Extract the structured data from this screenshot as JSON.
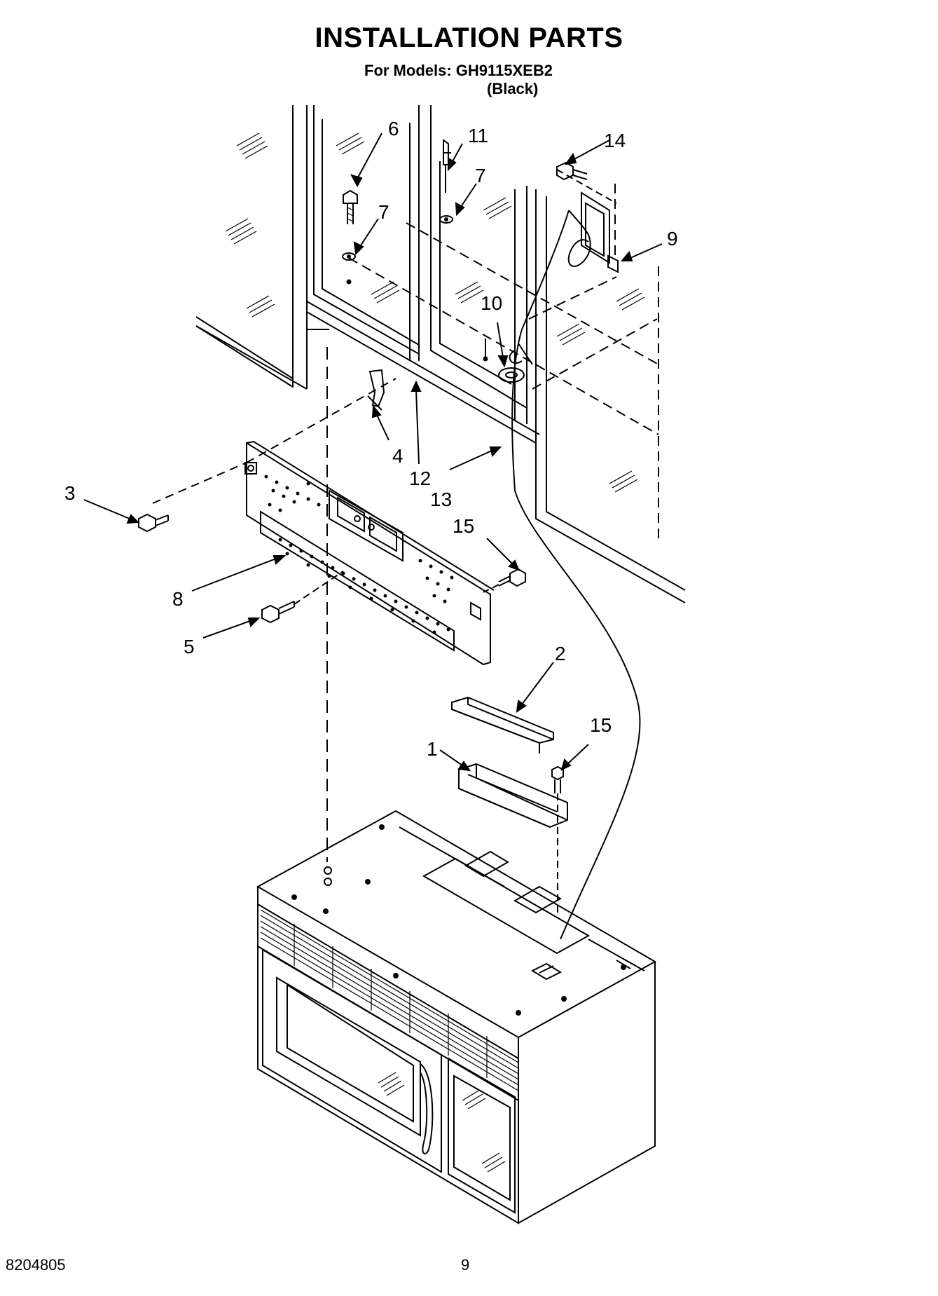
{
  "header": {
    "title": "INSTALLATION PARTS",
    "models_line": "For Models: GH9115XEB2",
    "color_line": "(Black)"
  },
  "footer": {
    "document_number": "8204805",
    "page_number": "9"
  },
  "callouts": {
    "c1": "1",
    "c2": "2",
    "c3": "3",
    "c4": "4",
    "c5": "5",
    "c6": "6",
    "c7a": "7",
    "c7b": "7",
    "c8": "8",
    "c9": "9",
    "c10": "10",
    "c11": "11",
    "c12": "12",
    "c13": "13",
    "c14": "14",
    "c15a": "15",
    "c15b": "15"
  }
}
